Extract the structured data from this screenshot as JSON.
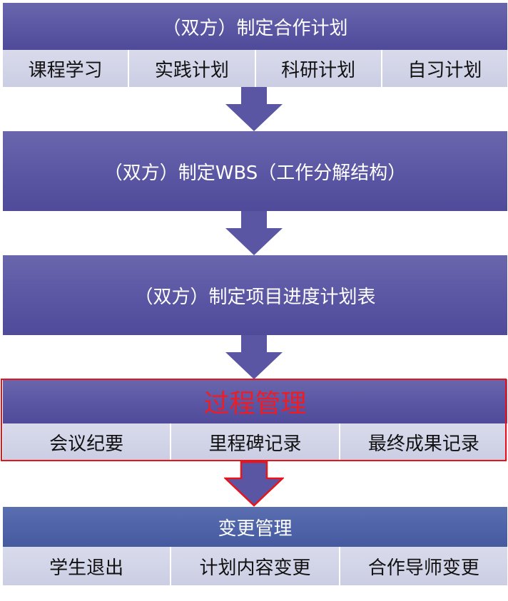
{
  "stage1": {
    "title": "（双方）制定合作计划",
    "items": [
      "课程学习",
      "实践计划",
      "科研计划",
      "自习计划"
    ]
  },
  "stage2": {
    "title": "（双方）制定WBS（工作分解结构）"
  },
  "stage3": {
    "title": "（双方）制定项目进度计划表"
  },
  "stage4": {
    "title": "过程管理",
    "items": [
      "会议纪要",
      "里程碑记录",
      "最终成果记录"
    ]
  },
  "stage5": {
    "title": "变更管理",
    "items": [
      "学生退出",
      "计划内容变更",
      "合作导师变更"
    ]
  },
  "colors": {
    "band": "#5a56a3",
    "band_blue": "#4d62a7",
    "sub_row": "#cfd1e6",
    "highlight": "#e8141b"
  }
}
